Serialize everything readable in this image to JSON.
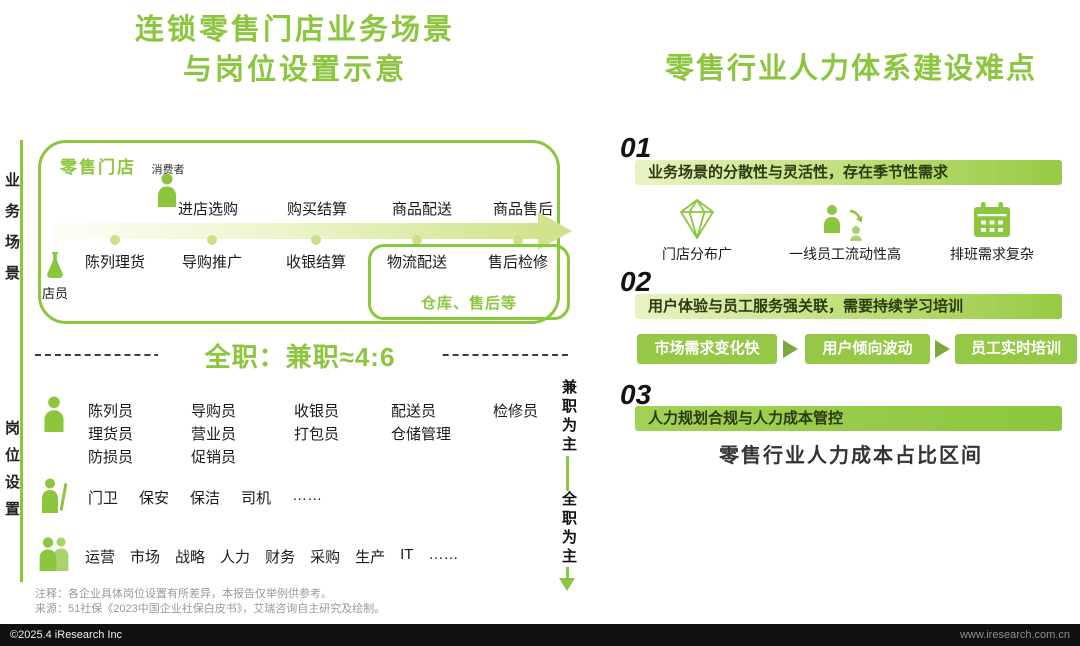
{
  "colors": {
    "accent_green": "#8cc63e",
    "bar_gradient_start": "#eaf3c5",
    "bar_gradient_end": "#96ca45",
    "flow_box_green": "#96c847",
    "bar_text": "#2c3a10"
  },
  "left": {
    "title_line1": "连锁零售门店业务场景",
    "title_line2": "与岗位设置示意",
    "axis_business": "业务场景",
    "axis_position": "岗位设置",
    "store_box": {
      "title": "零售门店",
      "consumer_label": "消费者",
      "clerk_label": "店员",
      "top_steps": [
        "进店选购",
        "购买结算",
        "商品配送",
        "商品售后"
      ],
      "bottom_steps": [
        "陈列理货",
        "导购推广",
        "收银结算",
        "物流配送",
        "售后检修"
      ],
      "warehouse_label": "仓库、售后等"
    },
    "ratio_text": "全职：兼职≈4:6",
    "position_groups": {
      "frontline": {
        "row1": [
          "陈列员",
          "导购员",
          "收银员",
          "配送员",
          "检修员"
        ],
        "row2": [
          "理货员",
          "营业员",
          "打包员",
          "仓储管理"
        ],
        "row3": [
          "防损员",
          "促销员"
        ]
      },
      "support": [
        "门卫",
        "保安",
        "保洁",
        "司机",
        "……"
      ],
      "headquarters": [
        "运营",
        "市场",
        "战略",
        "人力",
        "财务",
        "采购",
        "生产",
        "IT",
        "……"
      ]
    },
    "axis_arrow": {
      "top": "兼职为主",
      "bottom": "全职为主"
    },
    "notes": [
      "注释：各企业具体岗位设置有所差异，本报告仅举例供参考。",
      "来源：51社保《2023中国企业社保白皮书》，艾瑞咨询自主研究及绘制。"
    ]
  },
  "right": {
    "title": "零售行业人力体系建设难点",
    "sections": [
      {
        "number": "01",
        "heading": "业务场景的分散性与灵活性，存在季节性需求",
        "icons": [
          {
            "name": "store-distribution-icon",
            "label": "门店分布广"
          },
          {
            "name": "staff-turnover-icon",
            "label": "一线员工流动性高"
          },
          {
            "name": "shift-schedule-icon",
            "label": "排班需求复杂"
          }
        ]
      },
      {
        "number": "02",
        "heading": "用户体验与员工服务强关联，需要持续学习培训",
        "flow": [
          "市场需求变化快",
          "用户倾向波动",
          "员工实时培训"
        ]
      },
      {
        "number": "03",
        "heading": "人力规划合规与人力成本管控",
        "subtitle": "零售行业人力成本占比区间"
      }
    ]
  },
  "footer": {
    "copyright": "©2025.4 iResearch Inc",
    "website": "www.iresearch.com.cn"
  }
}
